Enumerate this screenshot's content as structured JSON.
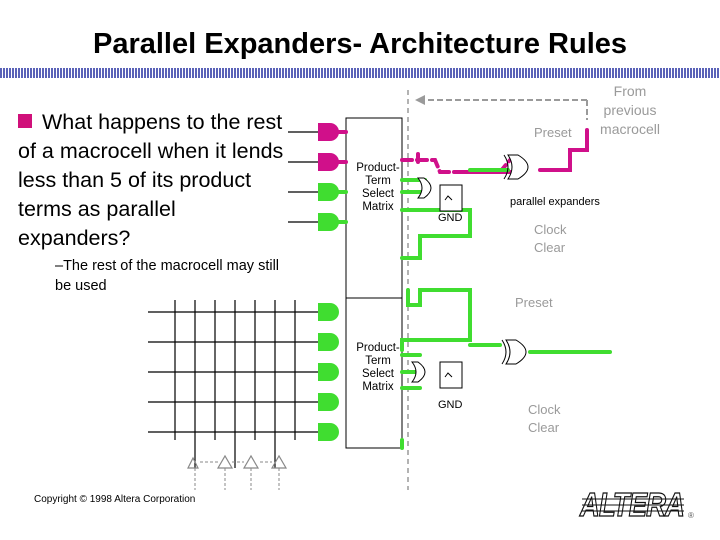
{
  "slide": {
    "title": "Parallel Expanders- Architecture Rules",
    "bullet": "What happens to the rest of a macrocell when it lends less than 5 of its product terms as parallel expanders?",
    "sub_bullet": "–The rest of the macrocell may still be used",
    "copyright": "Copyright © 1998 Altera Corporation"
  },
  "diagram": {
    "from_previous": "From previous macrocell",
    "preset_top": "Preset",
    "preset_bottom": "Preset",
    "pts_matrix_top": "Product- Term Select Matrix",
    "pts_matrix_bottom": "Product- Term Select Matrix",
    "parallel_expanders": "parallel expanders",
    "gnd_top": "GND",
    "gnd_bottom": "GND",
    "clock_top": "Clock",
    "clear_top": "Clear",
    "clock_bottom": "Clock",
    "clear_bottom": "Clear",
    "colors": {
      "magenta": "#d0108a",
      "green": "#40dd30",
      "gray": "#9a9a9a",
      "bullet": "#d0107a"
    }
  },
  "logo": {
    "text": "ALTERA",
    "trademark": "®"
  }
}
